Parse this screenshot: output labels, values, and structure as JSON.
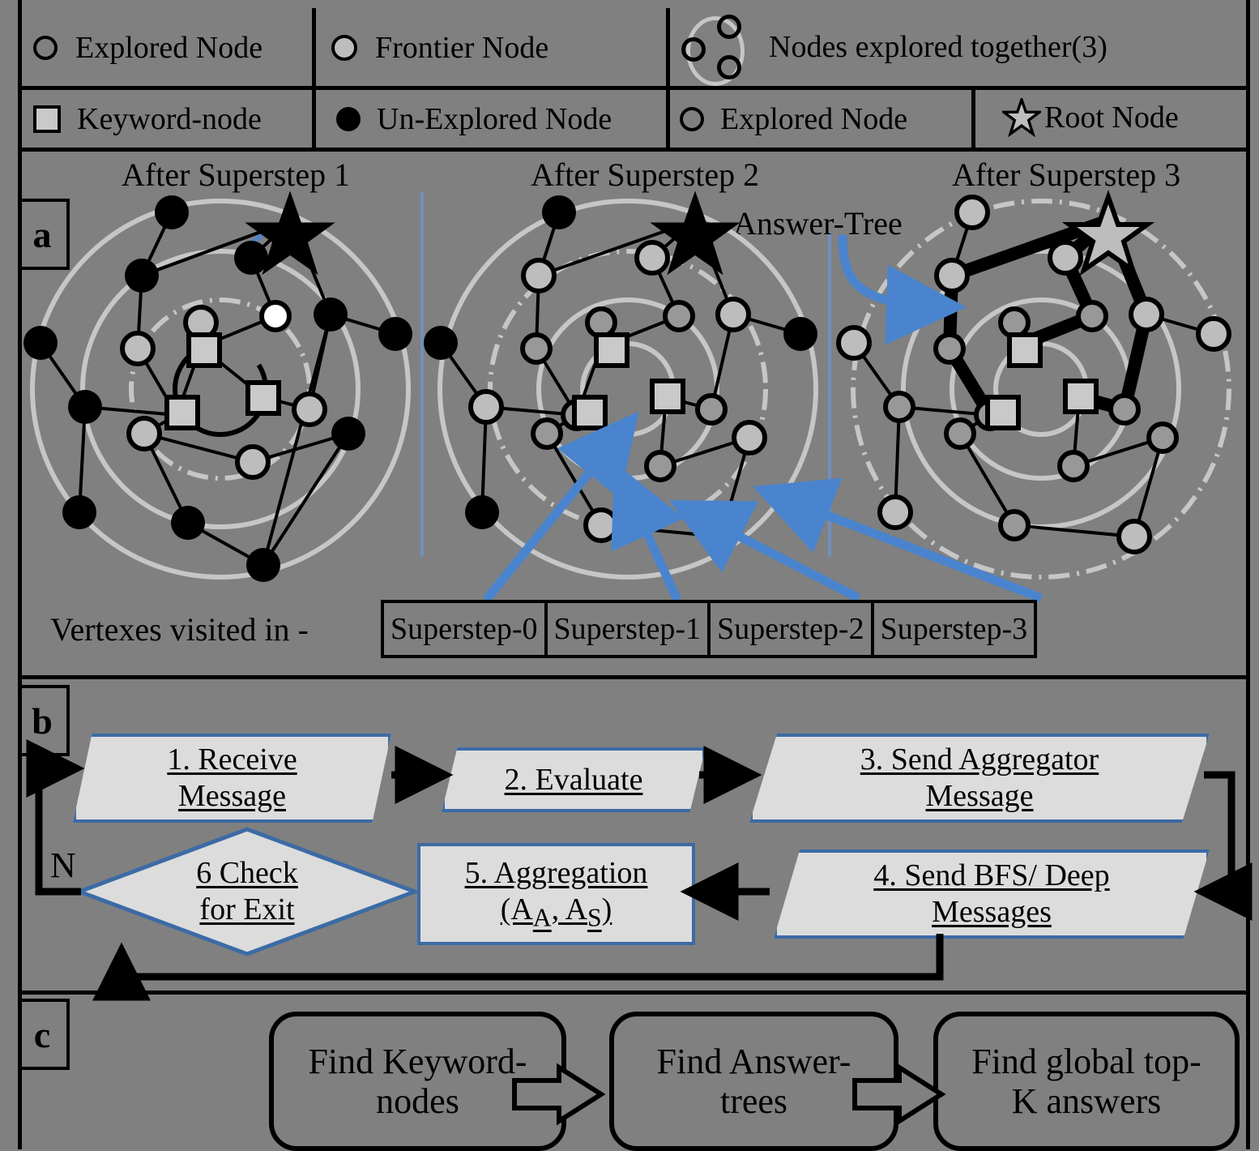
{
  "colors": {
    "background": "#808080",
    "stroke": "#000000",
    "accent_blue": "#4a84ce",
    "shape_border_blue": "#3c6ba5",
    "shape_fill": "#dcdcdc",
    "node_fill_frontier": "#bdbdbd",
    "ring_gray": "#c6c6c6"
  },
  "legend": {
    "row1": [
      {
        "icon": "open-circle-icon",
        "label": "Explored Node"
      },
      {
        "icon": "gray-circle-icon",
        "label": "Frontier Node"
      },
      {
        "icon": "node-cluster-icon",
        "label": "Nodes explored together(3)"
      }
    ],
    "row2": [
      {
        "icon": "gray-square-icon",
        "label": "Keyword-node"
      },
      {
        "icon": "filled-circle-icon",
        "label": "Un-Explored Node"
      },
      {
        "icon": "open-circle-icon",
        "label": "Explored Node"
      },
      {
        "icon": "star-icon",
        "label": "Root Node"
      }
    ]
  },
  "panel_a": {
    "tag": "a",
    "superstep_titles": [
      "After Superstep 1",
      "After Superstep 2",
      "After Superstep 3"
    ],
    "annotation": "Answer-Tree",
    "visited_label": "Vertexes visited in -",
    "visited_steps": [
      "Superstep-0",
      "Superstep-1",
      "Superstep-2",
      "Superstep-3"
    ]
  },
  "panel_b": {
    "tag": "b",
    "nodes": [
      {
        "id": "step1",
        "line1": "1. Receive",
        "line2": "Message",
        "shape": "parallelogram"
      },
      {
        "id": "step2",
        "line1": "2. Evaluate",
        "line2": "",
        "shape": "parallelogram"
      },
      {
        "id": "step3",
        "line1": "3. Send Aggregator",
        "line2": "Message",
        "shape": "parallelogram"
      },
      {
        "id": "step4",
        "line1": "4. Send BFS/ Deep",
        "line2": "Messages",
        "shape": "parallelogram"
      },
      {
        "id": "step5",
        "line1": "5. Aggregation",
        "line2": "(A",
        "line2b": "A",
        "line2c": ", A",
        "line2d": "S",
        "line2e": ")",
        "shape": "rectangle"
      },
      {
        "id": "step6",
        "line1": "6 Check",
        "line2": "for Exit",
        "shape": "diamond"
      }
    ],
    "branch_label": "N"
  },
  "panel_c": {
    "tag": "c",
    "stages": [
      {
        "line1": "Find Keyword-",
        "line2": "nodes"
      },
      {
        "line1": "Find Answer-",
        "line2": "trees"
      },
      {
        "line1": "Find global top-",
        "line2": "K answers"
      }
    ]
  }
}
